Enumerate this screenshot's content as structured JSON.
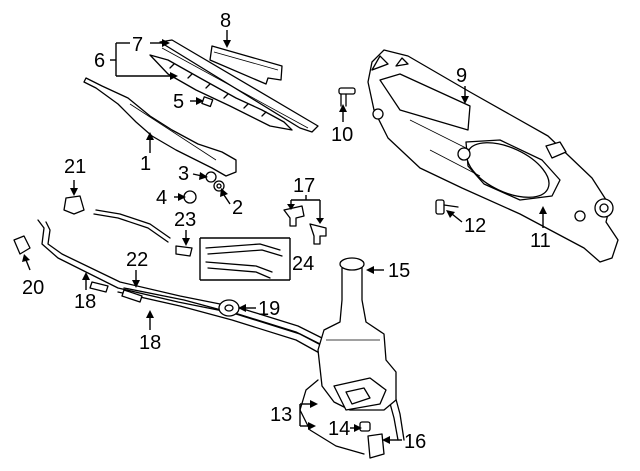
{
  "callouts": {
    "c1": "1",
    "c2": "2",
    "c3": "3",
    "c4": "4",
    "c5": "5",
    "c6": "6",
    "c7": "7",
    "c8": "8",
    "c9": "9",
    "c10": "10",
    "c11": "11",
    "c12": "12",
    "c13": "13",
    "c14": "14",
    "c15": "15",
    "c16": "16",
    "c17": "17",
    "c18a": "18",
    "c18b": "18",
    "c19": "19",
    "c20": "20",
    "c21": "21",
    "c22": "22",
    "c23": "23",
    "c24": "24"
  }
}
